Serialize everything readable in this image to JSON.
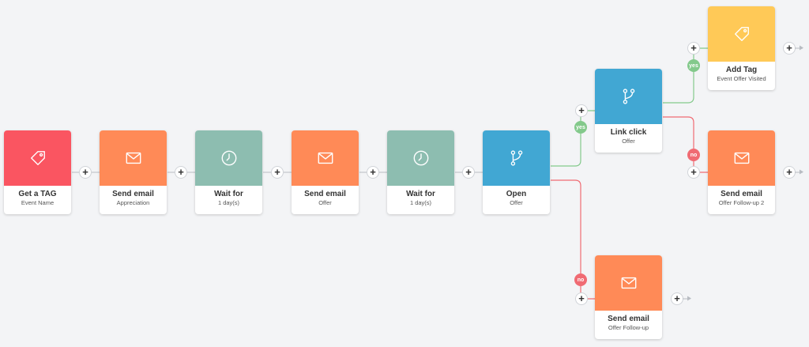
{
  "colors": {
    "background": "#f3f4f6",
    "tag_red": "#fa5561",
    "email_orange": "#ff8a57",
    "wait_teal": "#8dbdb0",
    "condition_blue": "#41a7d3",
    "tag_yellow": "#ffc957",
    "yes_green": "#83c98b",
    "no_red": "#f06b73"
  },
  "nodes": [
    {
      "id": "get-tag",
      "icon": "tag-icon",
      "title": "Get a TAG",
      "subtitle": "Event Name"
    },
    {
      "id": "send-email-appreciation",
      "icon": "mail-icon",
      "title": "Send email",
      "subtitle": "Appreciation"
    },
    {
      "id": "wait-1",
      "icon": "clock-icon",
      "title": "Wait for",
      "subtitle": "1 day(s)"
    },
    {
      "id": "send-email-offer",
      "icon": "mail-icon",
      "title": "Send email",
      "subtitle": "Offer"
    },
    {
      "id": "wait-2",
      "icon": "clock-icon",
      "title": "Wait for",
      "subtitle": "1 day(s)"
    },
    {
      "id": "open-condition",
      "icon": "branch-icon",
      "title": "Open",
      "subtitle": "Offer"
    },
    {
      "id": "link-click-condition",
      "icon": "branch-icon",
      "title": "Link click",
      "subtitle": "Offer"
    },
    {
      "id": "add-tag",
      "icon": "tag-icon",
      "title": "Add Tag",
      "subtitle": "Event Offer Visited"
    },
    {
      "id": "send-email-followup-2",
      "icon": "mail-icon",
      "title": "Send email",
      "subtitle": "Offer Follow-up 2"
    },
    {
      "id": "send-email-followup",
      "icon": "mail-icon",
      "title": "Send email",
      "subtitle": "Offer Follow-up"
    }
  ],
  "labels": {
    "yes": "yes",
    "no": "no",
    "plus": "+"
  }
}
